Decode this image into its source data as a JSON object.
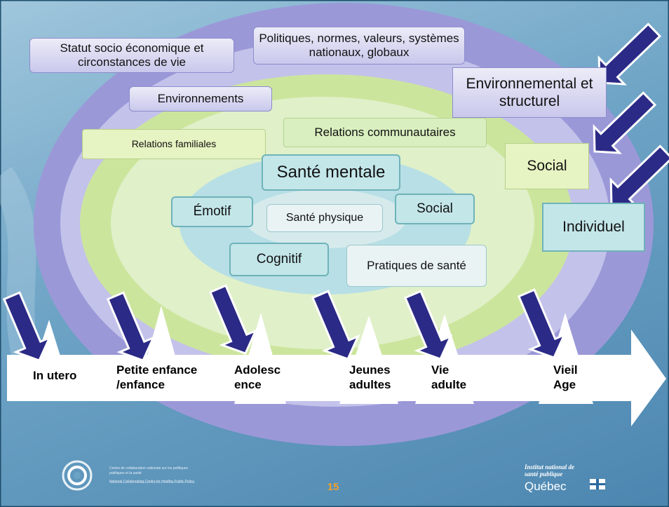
{
  "diagram": {
    "levels": {
      "environmental": "Environnemental et structurel",
      "social": "Social",
      "individual": "Individuel"
    },
    "outer": {
      "socio_economic": "Statut socio économique et circonstances de vie",
      "policies": "Politiques, normes, valeurs, systèmes nationaux, globaux",
      "environments": "Environnements",
      "family": "Relations familiales",
      "community": "Relations communautaires"
    },
    "inner": {
      "mental_health": "Santé mentale",
      "emotive": "Émotif",
      "physical": "Santé physique",
      "social": "Social",
      "cognitive": "Cognitif",
      "practices": "Pratiques de santé"
    },
    "stages": [
      "In utero",
      "Petite enfance\n/enfance",
      "Adolesc\nence",
      "Jeunes\nadultes",
      "Vie\nadulte",
      "Vieil\nAge"
    ]
  },
  "footer": {
    "page_number": "15",
    "left_org_fr": "Centre de collaboration nationale sur les politiques publiques et la santé",
    "left_org_en": "National Collaborating Centre for Healthy Public Policy",
    "right_org": "Institut national de santé publique",
    "right_gov": "Québec"
  },
  "colors": {
    "arrow": "#2b2a86",
    "frame": "#1f4f6e",
    "page_number": "#f0a030"
  }
}
